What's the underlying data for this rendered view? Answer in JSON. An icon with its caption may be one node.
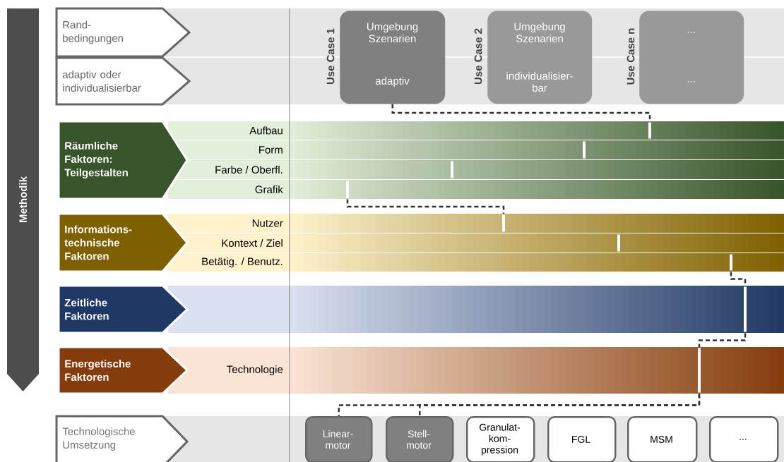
{
  "diagram": {
    "nodes": [
      {
        "text": [
          "Methodik"
        ]
      },
      {
        "text": [
          "Rand- bedingungen"
        ]
      },
      {
        "text": [
          "adaptiv oder individualisierbar"
        ]
      },
      {
        "text": [
          "Umgebung Szenarien",
          "adaptiv"
        ],
        "beside": [
          "Use Case 1"
        ]
      },
      {
        "text": [
          "Umgebung Szenarien",
          "individualisier- bar"
        ],
        "beside": [
          "Use Case 2"
        ]
      },
      {
        "text": [
          "...",
          "..."
        ],
        "beside": [
          "Use Case n"
        ]
      },
      {
        "text": [
          "Räumliche Faktoren: Teilgestalten"
        ]
      },
      {
        "text": [
          "Aufbau"
        ]
      },
      {
        "text": [
          "Form"
        ]
      },
      {
        "text": [
          "Farbe / Oberfl."
        ]
      },
      {
        "text": [
          "Grafik"
        ]
      },
      {
        "text": [
          "Informations- technische Faktoren"
        ]
      },
      {
        "text": [
          "Nutzer"
        ]
      },
      {
        "text": [
          "Kontext / Ziel"
        ]
      },
      {
        "text": [
          "Betätig. / Benutz."
        ]
      },
      {
        "text": [
          "Zeitliche Faktoren"
        ]
      },
      {
        "text": [],
        "shape": "bar"
      },
      {
        "text": [
          "Energetische Faktoren"
        ]
      },
      {
        "text": [
          "Technologie"
        ]
      },
      {
        "text": [
          "Technologische Umsetzung"
        ]
      },
      {
        "text": [
          "Linear- motor"
        ]
      },
      {
        "text": [
          "Stell- motor"
        ]
      },
      {
        "text": [
          "Granulat- kom- pression"
        ]
      },
      {
        "text": [
          "FGL"
        ]
      },
      {
        "text": [
          "MSM"
        ]
      },
      {
        "text": [
          "..."
        ]
      }
    ],
    "edges": [
      {
        "from": 3,
        "to": 7,
        "arrow": "none",
        "style": "dashed"
      },
      {
        "from": 10,
        "to": 12,
        "arrow": "none",
        "style": "dashed"
      },
      {
        "from": 14,
        "to": 16,
        "arrow": "none",
        "style": "dashed"
      },
      {
        "from": 16,
        "to": 18,
        "arrow": "none",
        "style": "dashed"
      },
      {
        "from": 18,
        "to": 20,
        "arrow": "none",
        "style": "dashed"
      },
      {
        "from": 18,
        "to": 21,
        "arrow": "none",
        "style": "dashed"
      }
    ]
  }
}
